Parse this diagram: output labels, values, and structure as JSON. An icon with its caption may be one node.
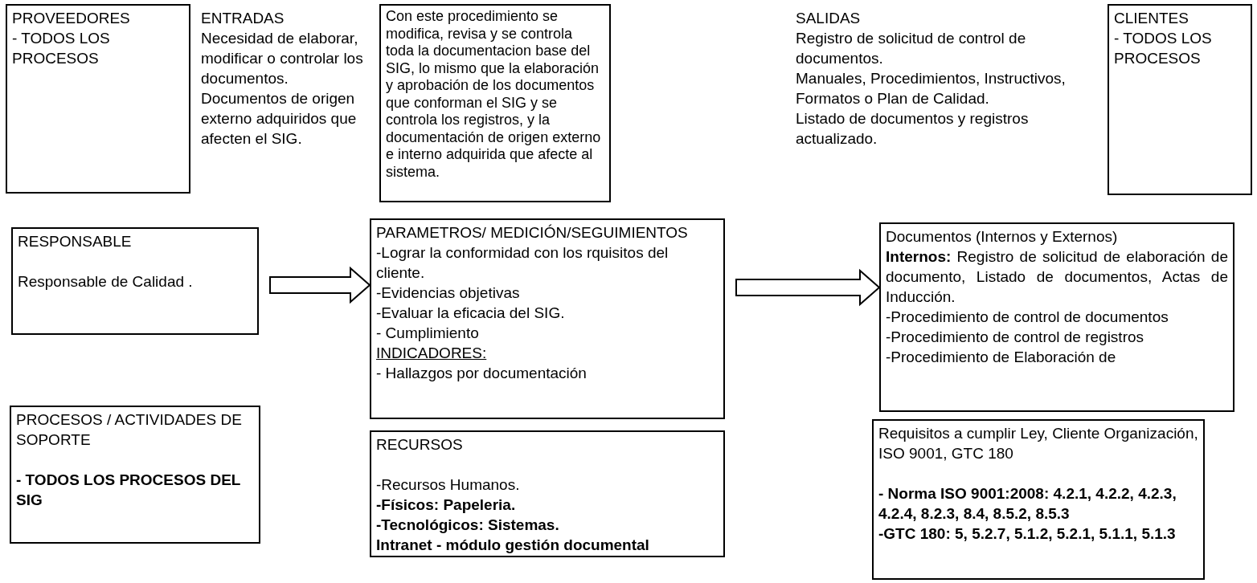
{
  "diagram": {
    "nodes": [
      {
        "text": [
          "PROVEEDORES",
          "- TODOS LOS PROCESOS"
        ]
      },
      {
        "text": [
          "Con este procedimiento se modifica, revisa y se controla toda la documentacion base del SIG, lo mismo que la elaboración y aprobación de los documentos que conforman el SIG y se controla los registros, y la documentación de origen externo e interno adquirida que afecte al sistema."
        ]
      },
      {
        "text": [
          "CLIENTES",
          "- TODOS LOS PROCESOS"
        ]
      },
      {
        "text": [
          "RESPONSABLE",
          "Responsable de Calidad ."
        ]
      },
      {
        "text": [
          "PARAMETROS/ MEDICIÓN/SEGUIMIENTOS",
          "-Lograr la conformidad con los rquisitos del cliente.",
          "-Evidencias objetivas",
          "-Evaluar la eficacia del SIG.",
          "- Cumplimiento",
          "INDICADORES:",
          "- Hallazgos por documentación"
        ]
      },
      {
        "text": [
          "Documentos (Internos y Externos)",
          "**Internos:** Registro de solicitud de elaboración de documento, Listado de documentos, Actas de Inducción.",
          "-Procedimiento de control de documentos",
          "-Procedimiento de control de registros",
          "-Procedimiento de Elaboración de"
        ]
      },
      {
        "text": [
          "PROCESOS / ACTIVIDADES DE SOPORTE",
          "- TODOS LOS PROCESOS DEL SIG"
        ]
      },
      {
        "text": [
          "RECURSOS",
          "-Recursos Humanos.",
          "-Físicos: Papeleria.",
          "-Tecnológicos: Sistemas.",
          "Intranet - módulo gestión documental"
        ]
      },
      {
        "text": [
          "Requisitos a cumplir Ley, Cliente Organización, ISO 9001,  GTC 180",
          "- Norma ISO 9001:2008: 4.2.1, 4.2.2, 4.2.3, 4.2.4, 8.2.3, 8.4, 8.5.2, 8.5.3",
          "-GTC 180: 5, 5.2.7, 5.1.2, 5.2.1, 5.1.1, 5.1.3"
        ]
      }
    ],
    "edges": [
      {
        "from": 3,
        "to": 4,
        "arrow": "to"
      },
      {
        "from": 4,
        "to": 5,
        "arrow": "to"
      }
    ],
    "labels": [
      "ENTRADAS",
      "Necesidad de elaborar, modificar o controlar los documentos.",
      "Documentos de origen externo adquiridos que afecten el SIG.",
      "SALIDAS",
      "Registro de solicitud de control de documentos.",
      "Manuales, Procedimientos, Instructivos, Formatos o Plan de Calidad.",
      "Listado de documentos y registros actualizado."
    ]
  }
}
